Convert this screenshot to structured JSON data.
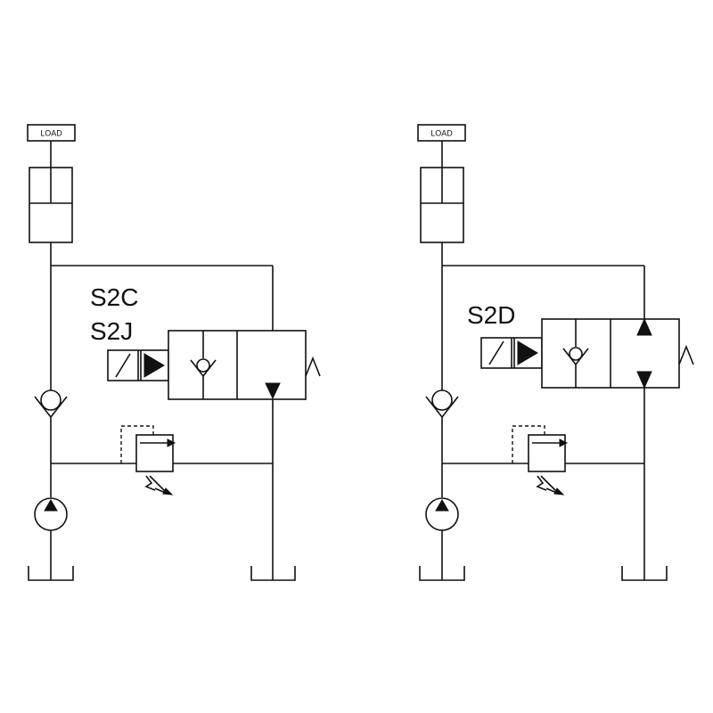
{
  "left": {
    "load_label": "LOAD",
    "code_line1": "S2C",
    "code_line2": "S2J"
  },
  "right": {
    "load_label": "LOAD",
    "code_line1": "S2D"
  },
  "colors": {
    "line": "#111111",
    "background": "#ffffff"
  }
}
